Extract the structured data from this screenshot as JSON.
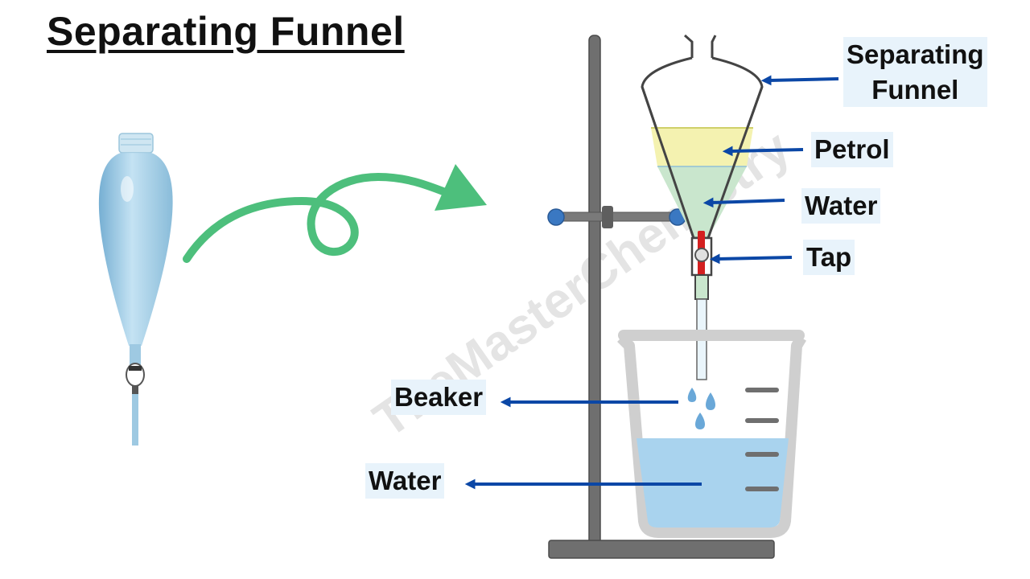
{
  "title": "Separating Funnel",
  "watermark": "TheMasterChemistry",
  "labels": {
    "separating_funnel": [
      "Separating",
      "Funnel"
    ],
    "petrol": "Petrol",
    "water_funnel": "Water",
    "tap": "Tap",
    "beaker": "Beaker",
    "water_beaker": "Water"
  },
  "colors": {
    "arrow": "#0b47a6",
    "curly_arrow": "#4dbf7c",
    "label_bg": "#e8f3fb",
    "petrol_layer": "#f4f2b0",
    "water_layer": "#c9e6cd",
    "beaker_water": "#a9d3ee",
    "stand": "#707070",
    "clamp_knob": "#3a78c2",
    "tap_handle": "#d42020"
  },
  "icons": [
    "separating-funnel-photo-icon",
    "curly-arrow-icon",
    "retort-stand-icon",
    "funnel-icon",
    "beaker-icon",
    "droplet-icon"
  ]
}
